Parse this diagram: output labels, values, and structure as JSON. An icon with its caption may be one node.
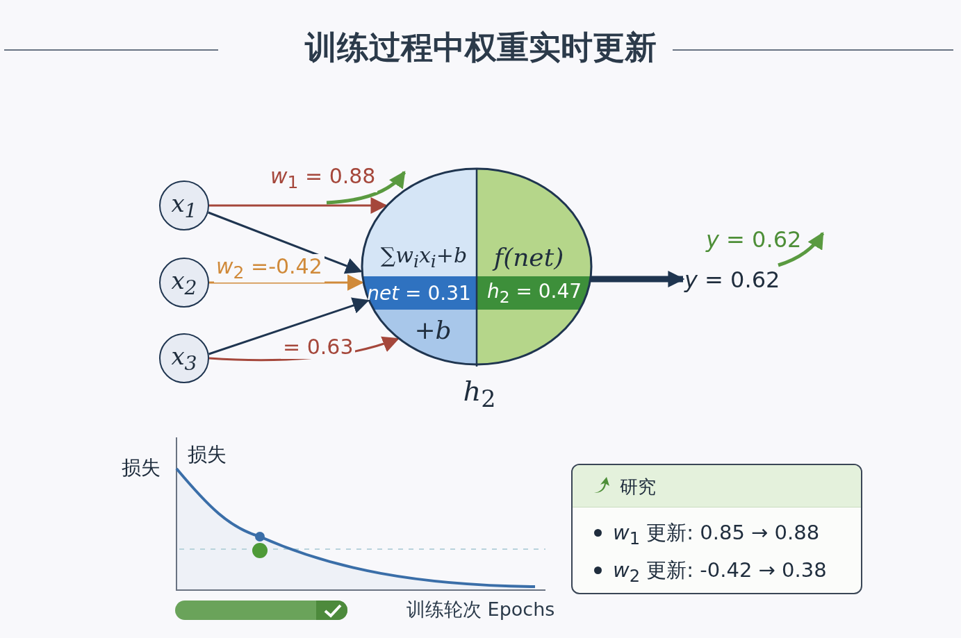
{
  "diagram": {
    "title": "训练过程中权重实时更新",
    "nodes": [
      {
        "text": [
          "x$_{1}$"
        ]
      },
      {
        "text": [
          "x$_{2}$"
        ]
      },
      {
        "text": [
          "x$_{3}$"
        ]
      },
      {
        "text": [
          "*h*$_{2}$"
        ]
      },
      {
        "text": [
          "∑w$_{i}$x$_{i}$+b"
        ],
        "in": 3
      },
      {
        "text": [
          "f(net)"
        ],
        "in": 3
      },
      {
        "text": [
          "*net* = 0.31"
        ],
        "in": 3
      },
      {
        "text": [
          "*h*$_{2}$ = 0.47"
        ],
        "in": 3
      },
      {
        "text": [
          "+*b*"
        ],
        "in": 3
      },
      {
        "text": [
          "*y* = 0.62"
        ]
      },
      {
        "text": [
          "研究",
          "*w*$_{1}$ 更新: 0.85 → 0.88",
          "*w*$_{2}$ 更新: -0.42 → 0.38"
        ]
      }
    ],
    "edges": [
      {
        "from": 0,
        "to": 3,
        "arrow": "to",
        "label": "*w*$_{1}$ = 0.88",
        "color": "#a5473b"
      },
      {
        "from": 0,
        "to": 3,
        "arrow": "to"
      },
      {
        "from": 1,
        "to": 3,
        "arrow": "to",
        "label": "*w*$_{2}$ =-0.42",
        "color": "#d08a3a"
      },
      {
        "from": 2,
        "to": 3,
        "arrow": "to"
      },
      {
        "from": 2,
        "to": 3,
        "arrow": "to",
        "label": "= 0.63",
        "color": "#a5473b"
      },
      {
        "from": 3,
        "to": 9,
        "arrow": "to",
        "style": "thick"
      }
    ],
    "labels": [
      "*y* = 0.62",
      "损失",
      "损失",
      "训练轮次 Epochs"
    ]
  }
}
